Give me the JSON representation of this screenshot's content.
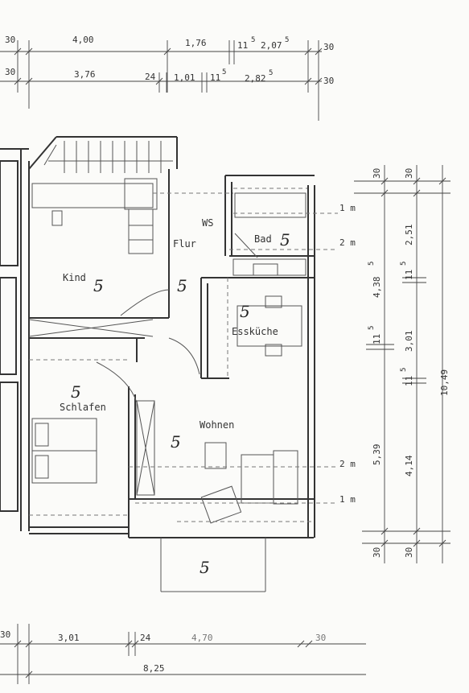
{
  "dims_top_row1": [
    "30",
    "4,00",
    "1,76",
    "11",
    "5",
    "2,07",
    "5",
    "30"
  ],
  "dims_top_row2": [
    "30",
    "3,76",
    "24",
    "1,01",
    "11",
    "5",
    "2,82",
    "5",
    "30"
  ],
  "dims_right_col1": [
    "30",
    "4,38",
    "5",
    "11",
    "5",
    "5,39",
    "30"
  ],
  "dims_right_col2": [
    "30",
    "2,51",
    "11",
    "5",
    "3,01",
    "11",
    "5",
    "4,14",
    "30"
  ],
  "dims_right_total": "10,49",
  "levels": [
    "1 m",
    "2 m",
    "2 m",
    "1 m"
  ],
  "dims_bottom_row1": [
    "30",
    "3,01",
    "24",
    "4,70",
    "30"
  ],
  "dims_bottom_total": "8,25",
  "rooms": {
    "kind": "Kind",
    "schlafen": "Schlafen",
    "wohnen": "Wohnen",
    "flur": "Flur",
    "bad": "Bad",
    "wc": "WS",
    "esskueche": "Essküche"
  },
  "room_mark": "5"
}
